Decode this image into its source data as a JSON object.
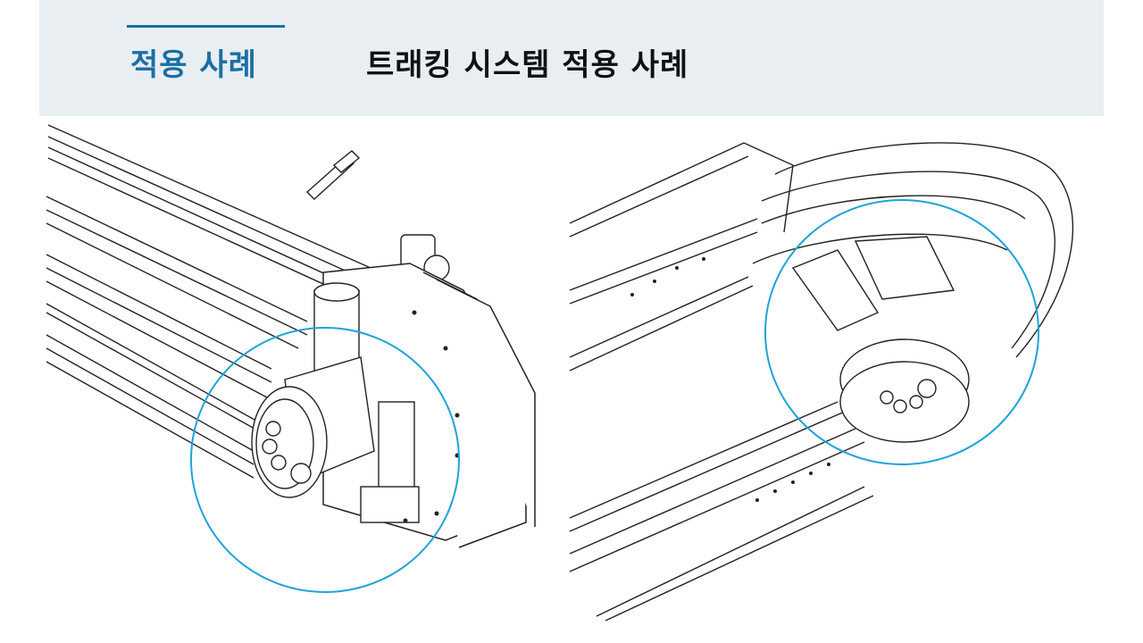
{
  "header": {
    "section_label": "적용 사례",
    "title": "트래킹 시스템 적용 사례"
  },
  "colors": {
    "accent": "#1a6fa3",
    "header_band": "#e9eef2",
    "highlight_circle": "#1fa3d8",
    "line_art": "#222222"
  },
  "figures": [
    {
      "name": "left-rail-gripper-drawing"
    },
    {
      "name": "right-curved-track-drawing"
    }
  ]
}
